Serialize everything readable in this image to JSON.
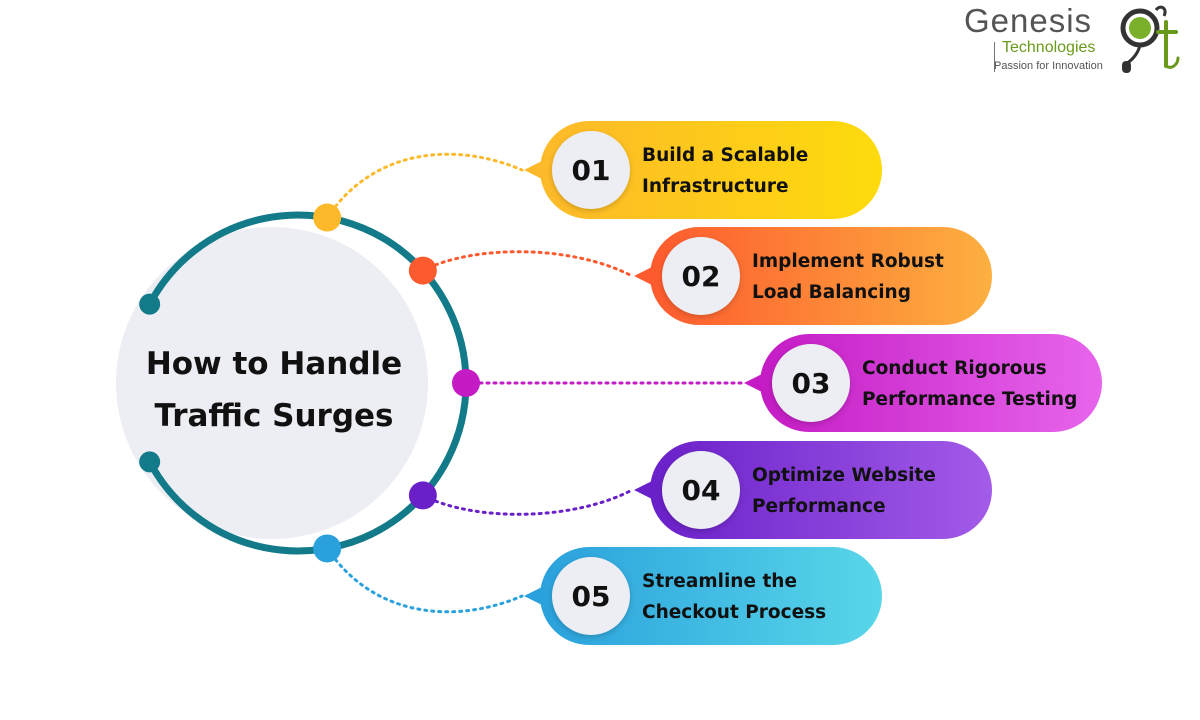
{
  "logo": {
    "brand": "Genesis",
    "sub": "Technologies",
    "tagline": "Passion for Innovation"
  },
  "diagram": {
    "title_line1": "How to Handle",
    "title_line2": "Traffic Surges",
    "ring_color": "#137a89",
    "center_fill": "#edeef3",
    "steps": [
      {
        "number": "01",
        "line1": "Build a Scalable",
        "line2": "Infrastructure",
        "color_start": "#fdb92a",
        "color_end": "#fddb0c"
      },
      {
        "number": "02",
        "line1": "Implement Robust",
        "line2": "Load Balancing",
        "color_start": "#fd5a2e",
        "color_end": "#fdb040"
      },
      {
        "number": "03",
        "line1": "Conduct Rigorous",
        "line2": "Performance Testing",
        "color_start": "#c41bc4",
        "color_end": "#e765ec"
      },
      {
        "number": "04",
        "line1": "Optimize Website",
        "line2": "Performance",
        "color_start": "#6a20c9",
        "color_end": "#a35be8"
      },
      {
        "number": "05",
        "line1": "Streamline the",
        "line2": "Checkout Process",
        "color_start": "#2aa1dc",
        "color_end": "#59d6e9"
      }
    ]
  }
}
